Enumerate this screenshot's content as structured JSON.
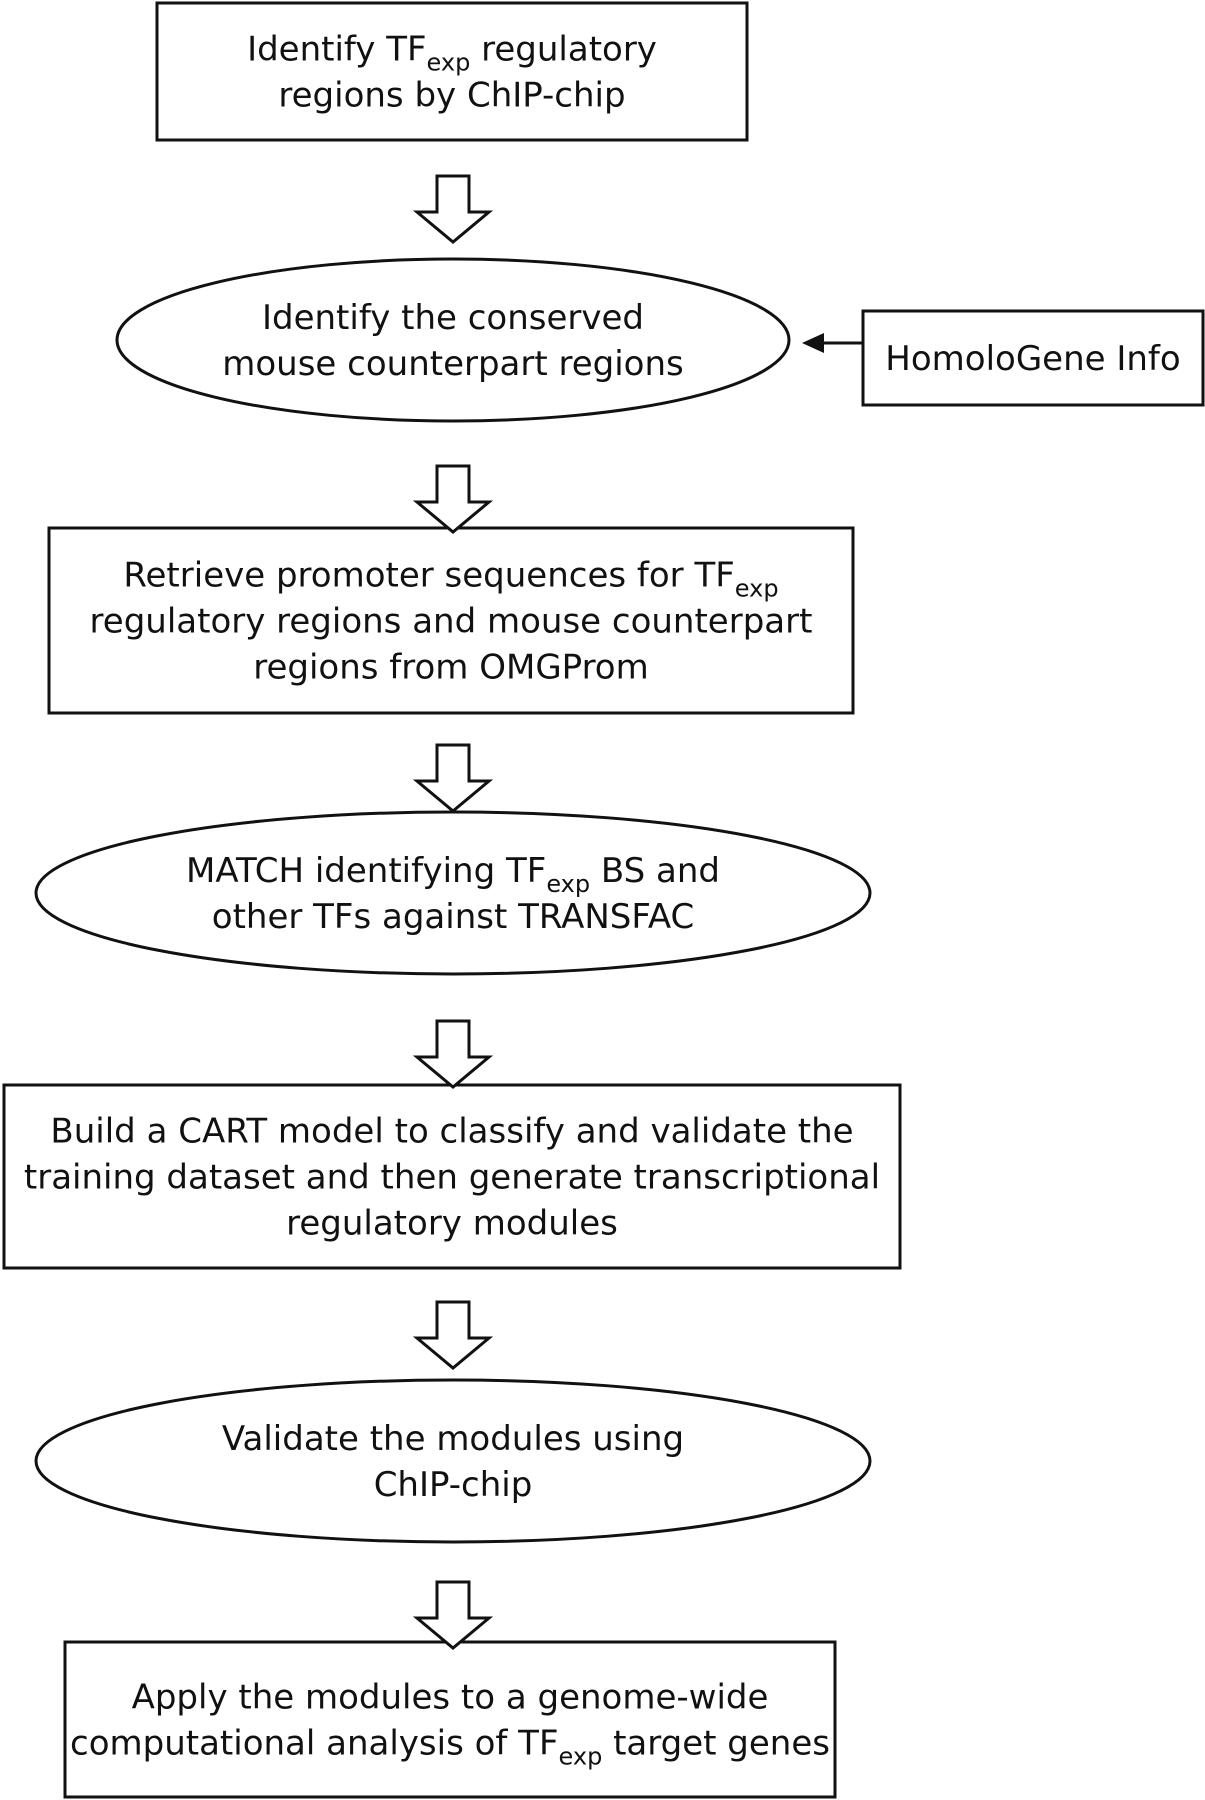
{
  "steps": [
    {
      "shape": "rect",
      "lines": [
        [
          {
            "t": "Identify TF"
          },
          {
            "t": "exp",
            "sub": true
          },
          {
            "t": " regulatory"
          }
        ],
        [
          {
            "t": "regions by ChIP-chip"
          }
        ]
      ]
    },
    {
      "shape": "ellipse",
      "lines": [
        [
          {
            "t": "Identify the conserved"
          }
        ],
        [
          {
            "t": "mouse counterpart regions"
          }
        ]
      ]
    },
    {
      "shape": "rect",
      "lines": [
        [
          {
            "t": "Retrieve promoter sequences for TF"
          },
          {
            "t": "exp",
            "sub": true
          }
        ],
        [
          {
            "t": "regulatory regions and mouse counterpart"
          }
        ],
        [
          {
            "t": "regions from OMGProm"
          }
        ]
      ]
    },
    {
      "shape": "ellipse",
      "lines": [
        [
          {
            "t": "MATCH identifying TF"
          },
          {
            "t": "exp",
            "sub": true
          },
          {
            "t": " BS and"
          }
        ],
        [
          {
            "t": "other TFs against TRANSFAC"
          }
        ]
      ]
    },
    {
      "shape": "rect",
      "lines": [
        [
          {
            "t": "Build a CART model to classify and validate the"
          }
        ],
        [
          {
            "t": "training dataset and then generate transcriptional"
          }
        ],
        [
          {
            "t": "regulatory modules"
          }
        ]
      ]
    },
    {
      "shape": "ellipse",
      "lines": [
        [
          {
            "t": "Validate the modules using"
          }
        ],
        [
          {
            "t": "ChIP-chip"
          }
        ]
      ]
    },
    {
      "shape": "rect",
      "lines": [
        [
          {
            "t": "Apply the modules to a genome-wide"
          }
        ],
        [
          {
            "t": "computational analysis of TF"
          },
          {
            "t": "exp",
            "sub": true
          },
          {
            "t": " target genes"
          }
        ]
      ]
    }
  ],
  "side_input": {
    "label": "HomoloGene Info",
    "target_step": 1
  },
  "colors": {
    "stroke": "#111111",
    "background": "#ffffff"
  }
}
